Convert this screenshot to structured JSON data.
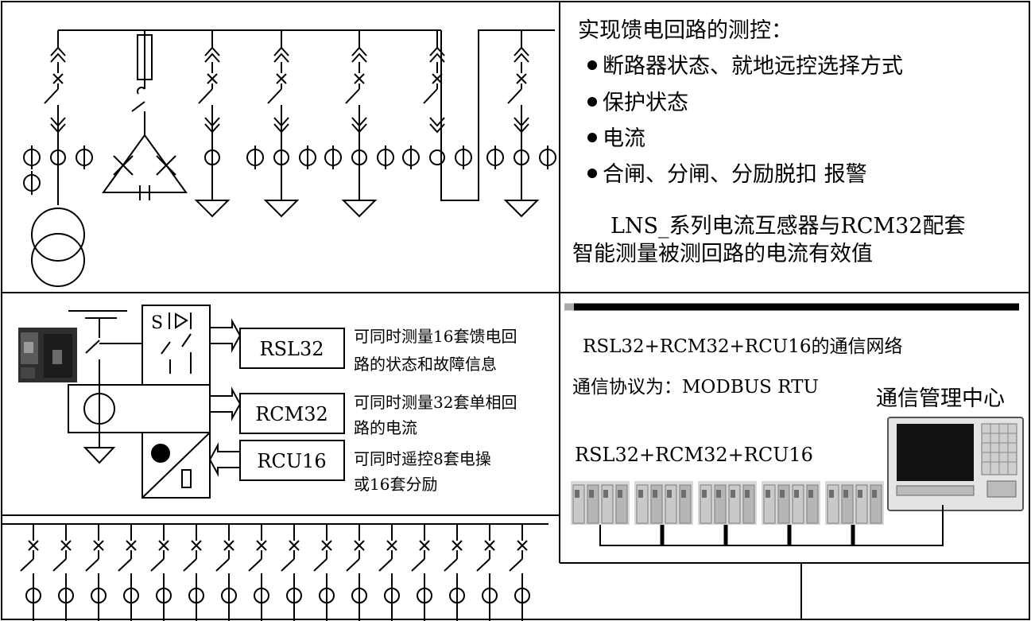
{
  "top_right_panel": {
    "heading": "实现馈电回路的测控：",
    "bullets": [
      "断路器状态、就地远控选择方式",
      "保护状态",
      "电流",
      "合闸、分闸、分励脱扣  报警"
    ],
    "note_line1": "LNS_系列电流互感器与RCM32配套",
    "note_line2": "智能测量被测回路的电流有效值"
  },
  "middle_left_panel": {
    "box_s_label": "S",
    "modules": [
      {
        "name": "RSL32",
        "desc_line1": "可同时测量16套馈电回",
        "desc_line2": "路的状态和故障信息"
      },
      {
        "name": "RCM32",
        "desc_line1": "可同时测量32套单相回",
        "desc_line2": "路的电流"
      },
      {
        "name": "RCU16",
        "desc_line1": "可同时遥控8套电操",
        "desc_line2": "或16套分励"
      }
    ]
  },
  "middle_right_panel": {
    "network_title": "RSL32+RCM32+RCU16的通信网络",
    "protocol": "通信协议为：MODBUS RTU",
    "center_label": "通信管理中心",
    "devices_label": "RSL32+RCM32+RCU16"
  },
  "colors": {
    "line": "#000000",
    "device_light": "#d8d8d8",
    "device_dark": "#8a8a8a",
    "screen": "#111111",
    "photo_dark": "#3a3a3a"
  }
}
